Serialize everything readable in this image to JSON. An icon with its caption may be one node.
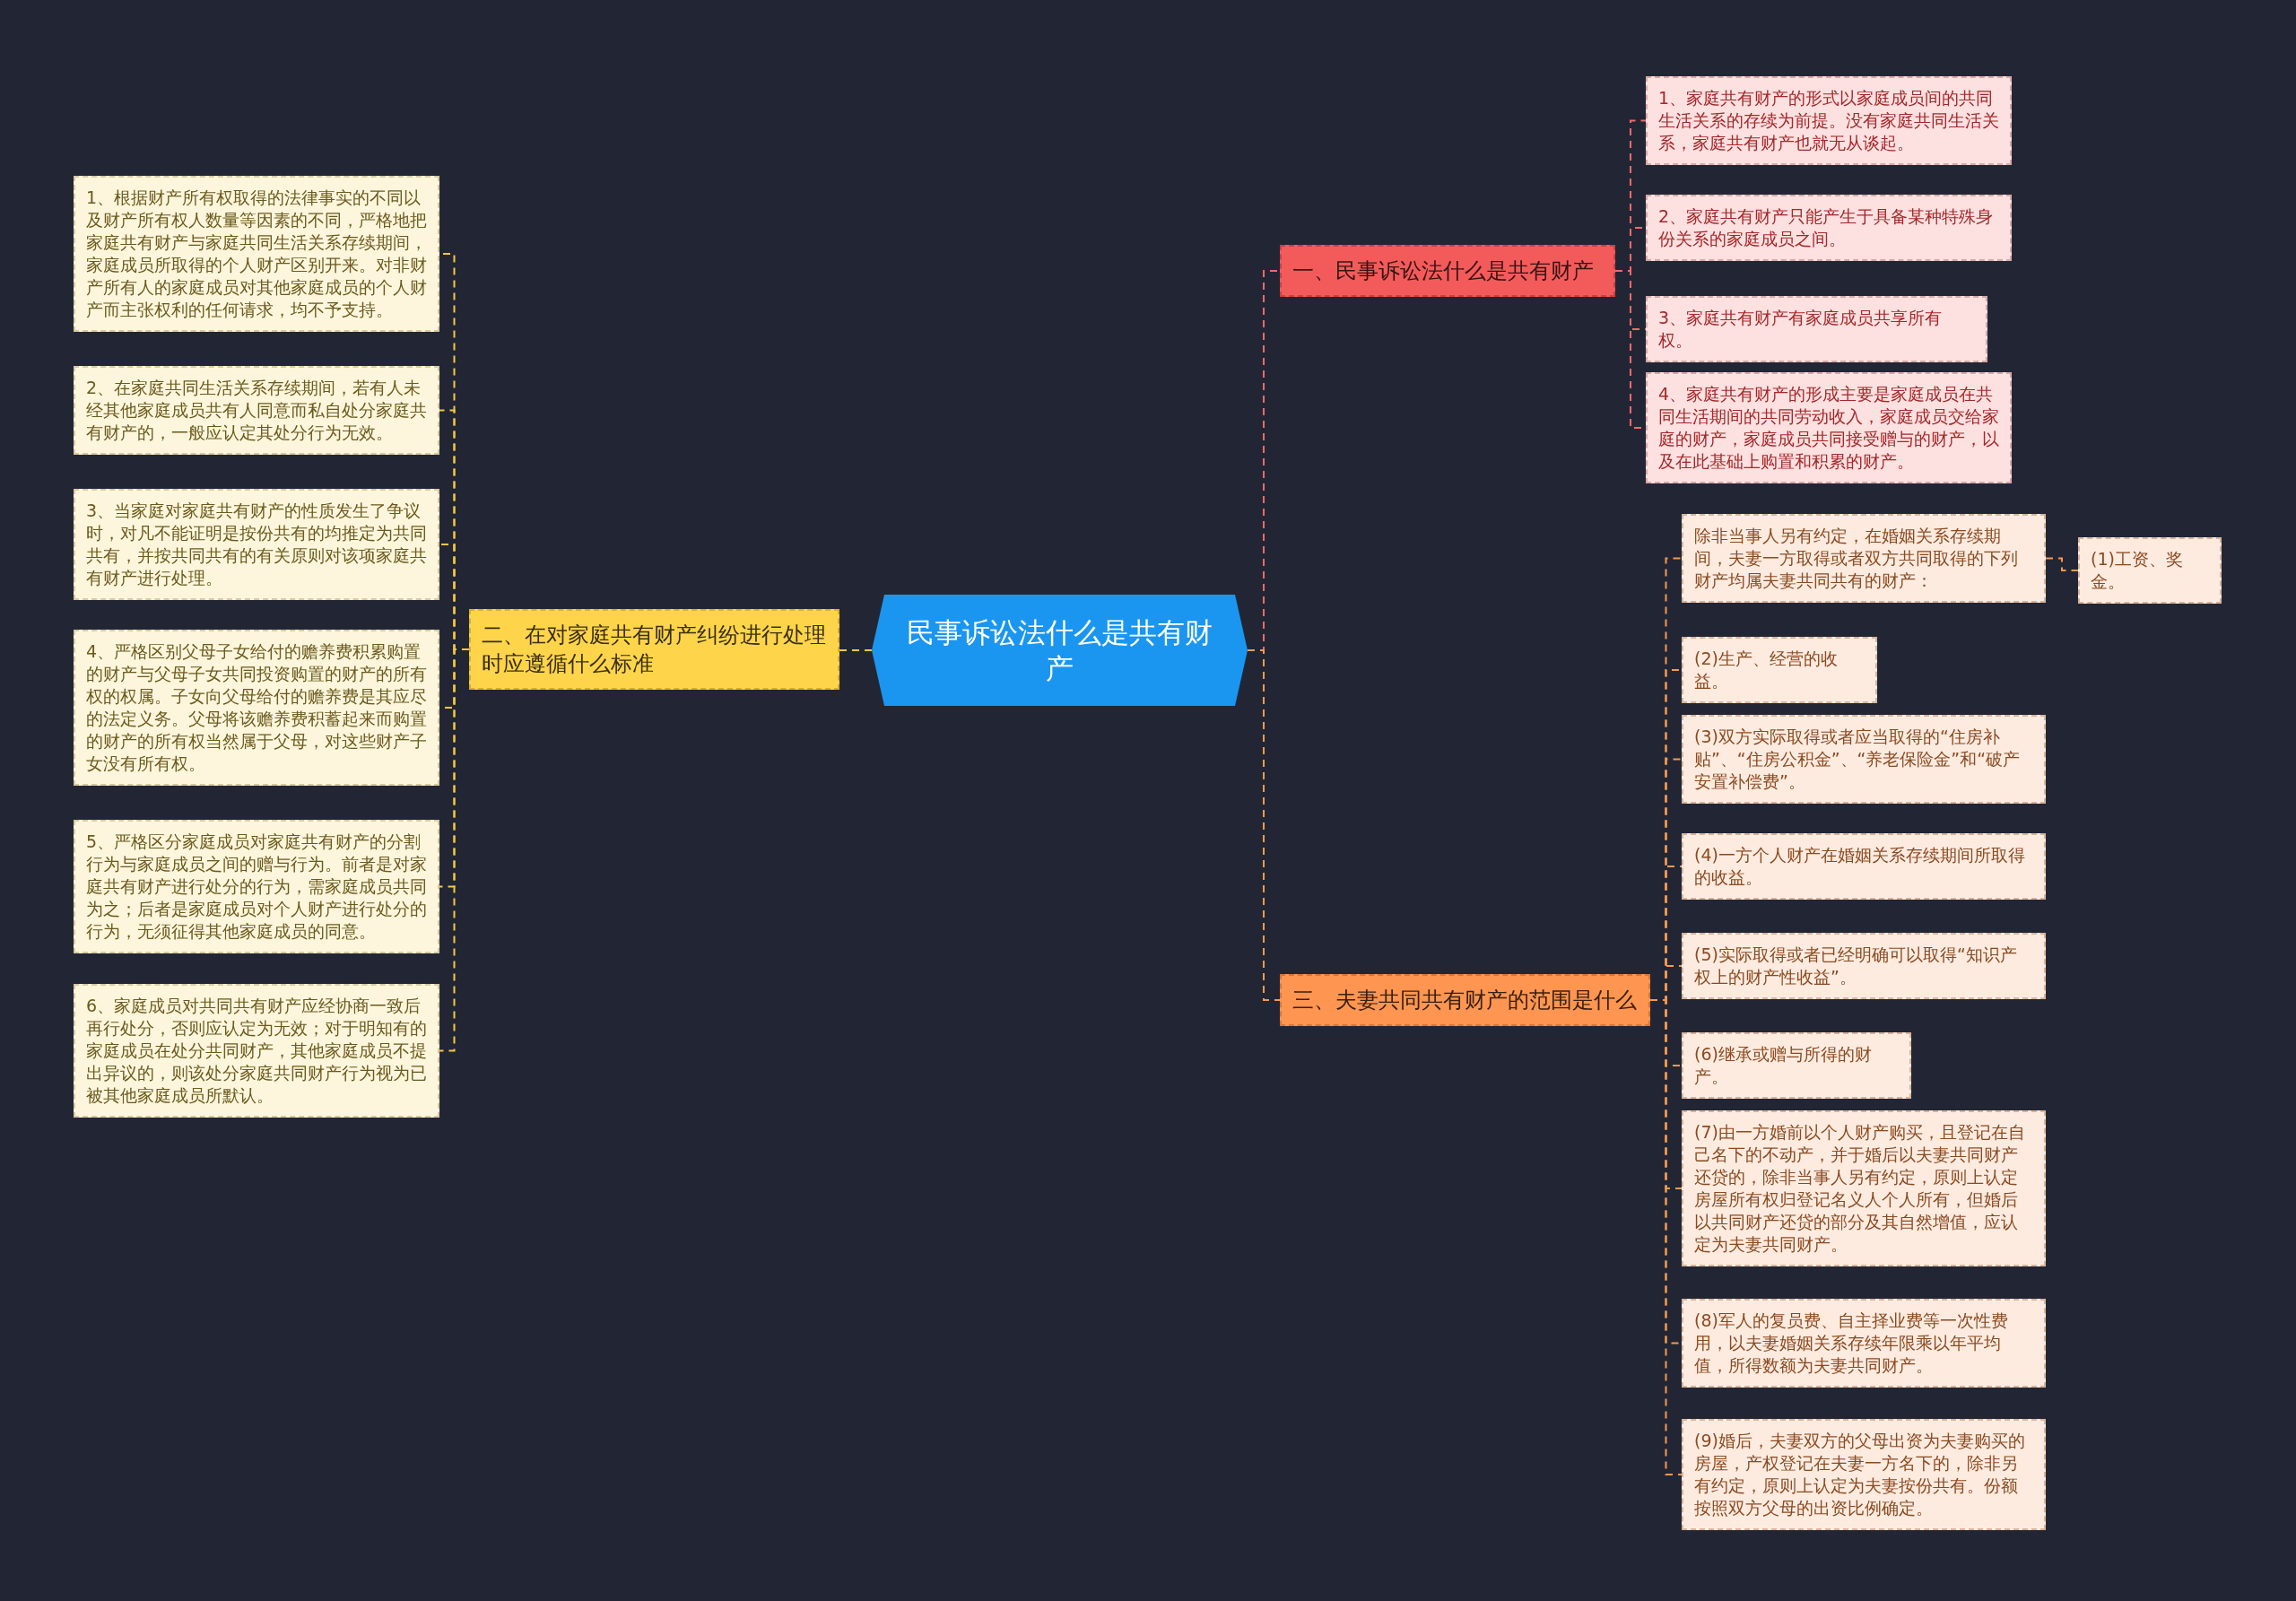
{
  "diagram": {
    "nodes": [
      {
        "text": [
          "民事诉讼法什么是共有财产"
        ]
      },
      {
        "text": [
          "二、在对家庭共有财产纠纷进行处理时应遵循什么标准"
        ]
      },
      {
        "text": [
          "1、根据财产所有权取得的法律事实的不同以及财产所有权人数量等因素的不同，严格地把家庭共有财产与家庭共同生活关系存续期间，家庭成员所取得的个人财产区别开来。对非财产所有人的家庭成员对其他家庭成员的个人财产而主张权利的任何请求，均不予支持。"
        ]
      },
      {
        "text": [
          "2、在家庭共同生活关系存续期间，若有人未经其他家庭成员共有人同意而私自处分家庭共有财产的，一般应认定其处分行为无效。"
        ]
      },
      {
        "text": [
          "3、当家庭对家庭共有财产的性质发生了争议时，对凡不能证明是按份共有的均推定为共同共有，并按共同共有的有关原则对该项家庭共有财产进行处理。"
        ]
      },
      {
        "text": [
          "4、严格区别父母子女给付的赡养费积累购置的财产与父母子女共同投资购置的财产的所有权的权属。子女向父母给付的赡养费是其应尽的法定义务。父母将该赡养费积蓄起来而购置的财产的所有权当然属于父母，对这些财产子女没有所有权。"
        ]
      },
      {
        "text": [
          "5、严格区分家庭成员对家庭共有财产的分割行为与家庭成员之间的赠与行为。前者是对家庭共有财产进行处分的行为，需家庭成员共同为之；后者是家庭成员对个人财产进行处分的行为，无须征得其他家庭成员的同意。"
        ]
      },
      {
        "text": [
          "6、家庭成员对共同共有财产应经协商一致后再行处分，否则应认定为无效；对于明知有的家庭成员在处分共同财产，其他家庭成员不提出异议的，则该处分家庭共同财产行为视为已被其他家庭成员所默认。"
        ]
      },
      {
        "text": [
          "一、民事诉讼法什么是共有财产"
        ]
      },
      {
        "text": [
          "1、家庭共有财产的形式以家庭成员间的共同生活关系的存续为前提。没有家庭共同生活关系，家庭共有财产也就无从谈起。"
        ]
      },
      {
        "text": [
          "2、家庭共有财产只能产生于具备某种特殊身份关系的家庭成员之间。"
        ]
      },
      {
        "text": [
          "3、家庭共有财产有家庭成员共享所有权。"
        ]
      },
      {
        "text": [
          "4、家庭共有财产的形成主要是家庭成员在共同生活期间的共同劳动收入，家庭成员交给家庭的财产，家庭成员共同接受赠与的财产，以及在此基础上购置和积累的财产。"
        ]
      },
      {
        "text": [
          "三、夫妻共同共有财产的范围是什么"
        ]
      },
      {
        "text": [
          "除非当事人另有约定，在婚姻关系存续期间，夫妻一方取得或者双方共同取得的下列财产均属夫妻共同共有的财产："
        ]
      },
      {
        "text": [
          "(1)工资、奖金。"
        ]
      },
      {
        "text": [
          "(2)生产、经营的收益。"
        ]
      },
      {
        "text": [
          "(3)双方实际取得或者应当取得的“住房补贴”、“住房公积金”、“养老保险金”和“破产安置补偿费”。"
        ]
      },
      {
        "text": [
          "(4)一方个人财产在婚姻关系存续期间所取得的收益。"
        ]
      },
      {
        "text": [
          "(5)实际取得或者已经明确可以取得“知识产权上的财产性收益”。"
        ]
      },
      {
        "text": [
          "(6)继承或赠与所得的财产。"
        ]
      },
      {
        "text": [
          "(7)由一方婚前以个人财产购买，且登记在自己名下的不动产，并于婚后以夫妻共同财产还贷的，除非当事人另有约定，原则上认定房屋所有权归登记名义人个人所有，但婚后以共同财产还贷的部分及其自然增值，应认定为夫妻共同财产。"
        ]
      },
      {
        "text": [
          "(8)军人的复员费、自主择业费等一次性费用，以夫妻婚姻关系存续年限乘以年平均值，所得数额为夫妻共同财产。"
        ]
      },
      {
        "text": [
          "(9)婚后，夫妻双方的父母出资为夫妻购买的房屋，产权登记在夫妻一方名下的，除非另有约定，原则上认定为夫妻按份共有。份额按照双方父母的出资比例确定。"
        ]
      }
    ],
    "edges": [
      {
        "from": 0,
        "to": 1,
        "arrow": "none",
        "color": "#f5c842"
      },
      {
        "from": 1,
        "to": 2,
        "arrow": "none",
        "color": "#f5c842"
      },
      {
        "from": 1,
        "to": 3,
        "arrow": "none",
        "color": "#f5c842"
      },
      {
        "from": 1,
        "to": 4,
        "arrow": "none",
        "color": "#f5c842"
      },
      {
        "from": 1,
        "to": 5,
        "arrow": "none",
        "color": "#f5c842"
      },
      {
        "from": 1,
        "to": 6,
        "arrow": "none",
        "color": "#f5c842"
      },
      {
        "from": 1,
        "to": 7,
        "arrow": "none",
        "color": "#f5c842"
      },
      {
        "from": 0,
        "to": 8,
        "arrow": "none",
        "color": "#f06a6a"
      },
      {
        "from": 8,
        "to": 9,
        "arrow": "none",
        "color": "#f06a6a"
      },
      {
        "from": 8,
        "to": 10,
        "arrow": "none",
        "color": "#f06a6a"
      },
      {
        "from": 8,
        "to": 11,
        "arrow": "none",
        "color": "#f06a6a"
      },
      {
        "from": 8,
        "to": 12,
        "arrow": "none",
        "color": "#f06a6a"
      },
      {
        "from": 0,
        "to": 13,
        "arrow": "none"
      },
      {
        "from": 13,
        "to": 14,
        "arrow": "none"
      },
      {
        "from": 14,
        "to": 15,
        "arrow": "none"
      },
      {
        "from": 13,
        "to": 16,
        "arrow": "none"
      },
      {
        "from": 13,
        "to": 17,
        "arrow": "none"
      },
      {
        "from": 13,
        "to": 18,
        "arrow": "none"
      },
      {
        "from": 13,
        "to": 19,
        "arrow": "none"
      },
      {
        "from": 13,
        "to": 20,
        "arrow": "none"
      },
      {
        "from": 13,
        "to": 21,
        "arrow": "none"
      },
      {
        "from": 13,
        "to": 22,
        "arrow": "none"
      },
      {
        "from": 13,
        "to": 23,
        "arrow": "none"
      }
    ]
  }
}
